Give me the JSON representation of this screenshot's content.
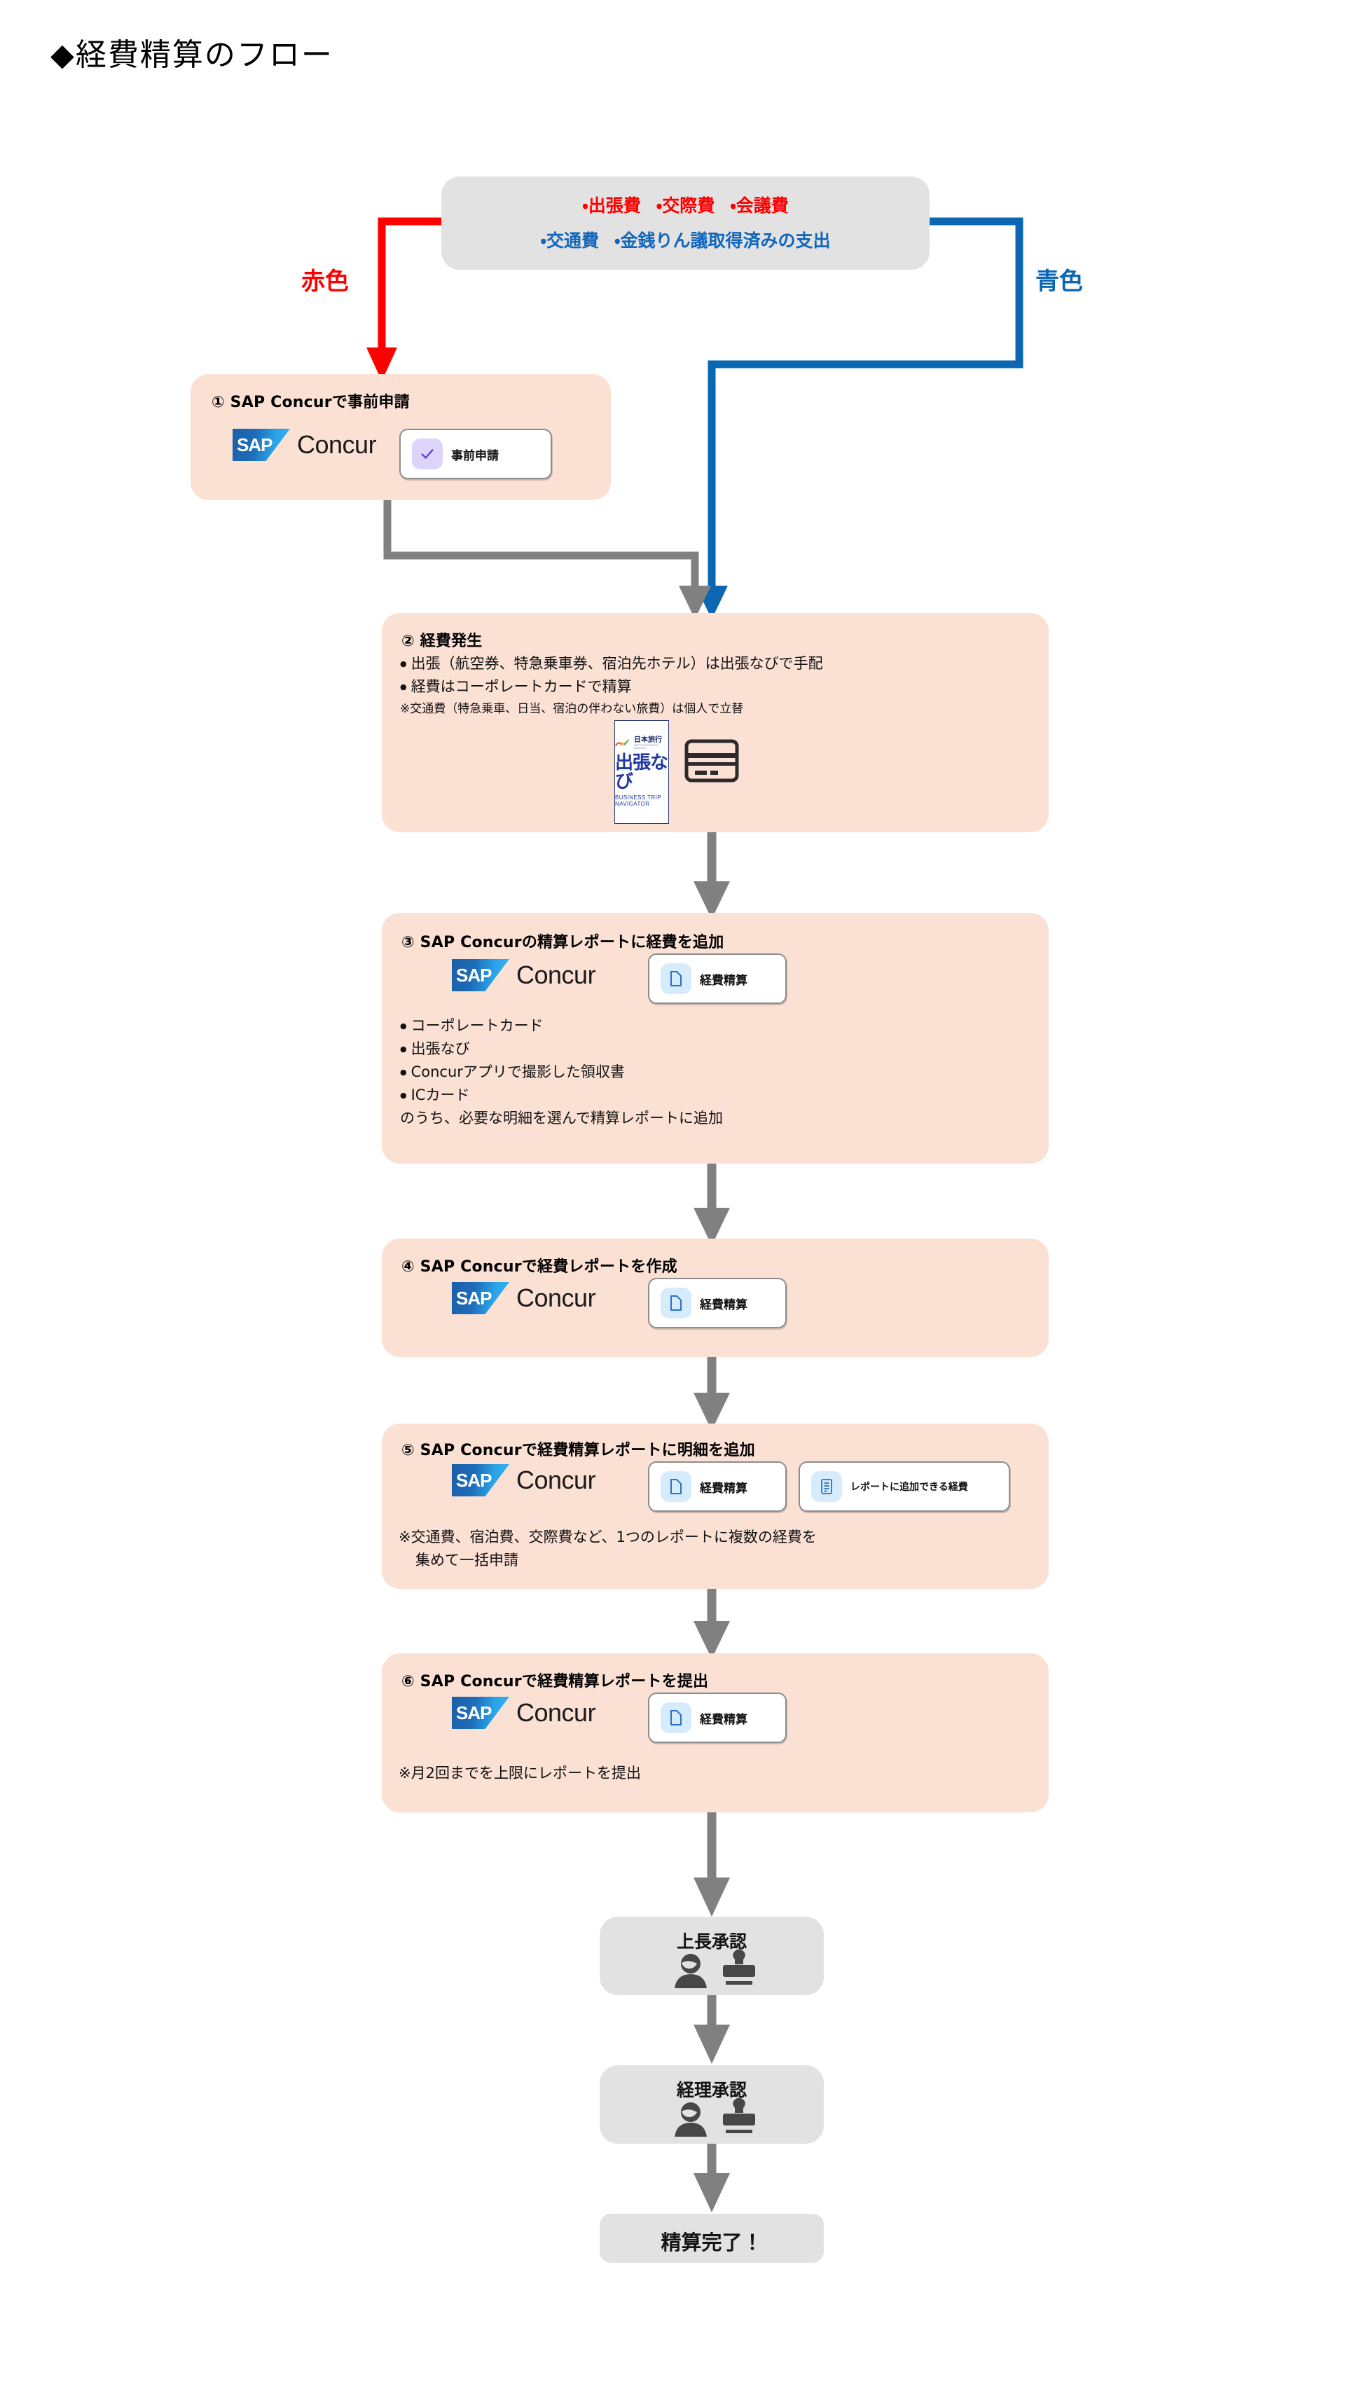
{
  "page": {
    "title": "◆経費精算のフロー",
    "colors": {
      "peach_box": "#fbe0d4",
      "gray_box": "#e2e2e2",
      "red_path": "#ff0000",
      "blue_path": "#0b67b2",
      "gray_path": "#808080",
      "sap_blue": "#1a5fa8"
    }
  },
  "category_box": {
    "red_items": [
      "出張費",
      "交際費",
      "会議費"
    ],
    "blue_items": [
      "交通費",
      "金銭りん議取得済みの支出"
    ]
  },
  "wire_labels": {
    "red": "赤色",
    "blue": "青色"
  },
  "steps": [
    {
      "id": "step1",
      "heading": "① SAP Concurで事前申請",
      "logo": {
        "mark": "SAP",
        "word": "Concur"
      },
      "chips": [
        {
          "icon": "check-icon",
          "label": "事前申請",
          "tone": "purple"
        }
      ],
      "body": []
    },
    {
      "id": "step2",
      "heading": "② 経費発生",
      "body": [
        {
          "text": "出張（航空券、特急乗車券、宿泊先ホテル）は出張なびで手配",
          "style": "bullet"
        },
        {
          "text": "経費はコーポレートカードで精算",
          "style": "bullet"
        },
        {
          "text": "※交通費（特急乗車、日当、宿泊の伴わない旅費）は個人で立替",
          "style": "small"
        }
      ],
      "travel_logo": {
        "brand_jp": "日本旅行",
        "brand_en": "NIPPON TRAVEL AGENCY",
        "name_jp": "出張なび",
        "name_en": "BUSINESS TRIP NAVIGATOR"
      },
      "card_icon": "credit-card-icon"
    },
    {
      "id": "step3",
      "heading": "③ SAP Concurの精算レポートに経費を追加",
      "logo": {
        "mark": "SAP",
        "word": "Concur"
      },
      "chips": [
        {
          "icon": "document-icon",
          "label": "経費精算",
          "tone": "blue"
        }
      ],
      "body": [
        {
          "text": "コーポレートカード",
          "style": "bullet"
        },
        {
          "text": "出張なび",
          "style": "bullet"
        },
        {
          "text": "Concurアプリで撮影した領収書",
          "style": "bullet"
        },
        {
          "text": "ICカード",
          "style": "bullet"
        },
        {
          "text": "のうち、必要な明細を選んで精算レポートに追加",
          "style": "plain"
        }
      ]
    },
    {
      "id": "step4",
      "heading": "④ SAP Concurで経費レポートを作成",
      "logo": {
        "mark": "SAP",
        "word": "Concur"
      },
      "chips": [
        {
          "icon": "document-icon",
          "label": "経費精算",
          "tone": "blue"
        }
      ],
      "body": []
    },
    {
      "id": "step5",
      "heading": "⑤ SAP Concurで経費精算レポートに明細を追加",
      "logo": {
        "mark": "SAP",
        "word": "Concur"
      },
      "chips": [
        {
          "icon": "document-icon",
          "label": "経費精算",
          "tone": "blue"
        },
        {
          "icon": "list-document-icon",
          "label": "レポートに追加できる経費",
          "tone": "blue"
        }
      ],
      "body": [
        {
          "text": "※交通費、宿泊費、交際費など、1つのレポートに複数の経費を",
          "style": "plain"
        },
        {
          "text": "集めて一括申請",
          "style": "plain"
        }
      ]
    },
    {
      "id": "step6",
      "heading": "⑥ SAP Concurで経費精算レポートを提出",
      "logo": {
        "mark": "SAP",
        "word": "Concur"
      },
      "chips": [
        {
          "icon": "document-icon",
          "label": "経費精算",
          "tone": "blue"
        }
      ],
      "body": [
        {
          "text": "※月2回までを上限にレポートを提出",
          "style": "plain"
        }
      ]
    }
  ],
  "approvals": [
    {
      "id": "approval-manager",
      "label": "上長承認",
      "icons": [
        "person-icon",
        "stamp-icon"
      ]
    },
    {
      "id": "approval-accounting",
      "label": "経理承認",
      "icons": [
        "person-icon",
        "stamp-icon"
      ]
    }
  ],
  "final": {
    "label": "精算完了！"
  }
}
